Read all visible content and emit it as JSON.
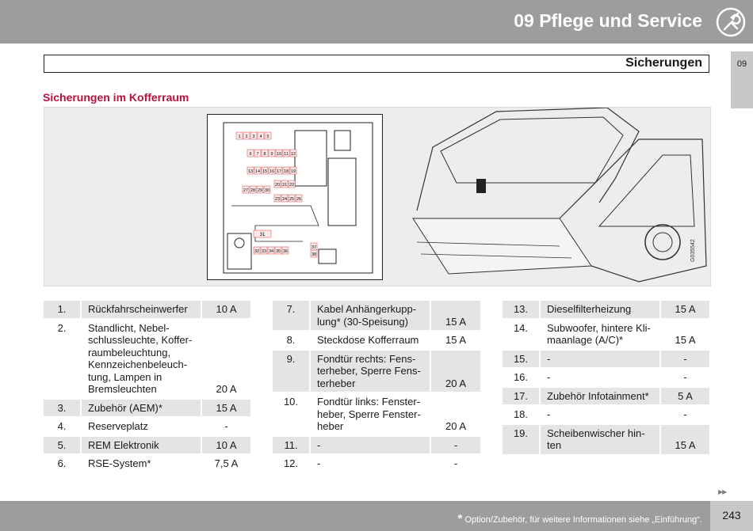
{
  "header": {
    "title": "09 Pflege und Service",
    "icon": "wrench-icon"
  },
  "section": {
    "title": "Sicherungen",
    "tab": "09"
  },
  "subtitle": "Sicherungen im Kofferraum",
  "figure": {
    "code": "G035542",
    "fuse_labels": [
      "1",
      "2",
      "3",
      "4",
      "5",
      "6",
      "7",
      "8",
      "9",
      "10",
      "11",
      "12",
      "13",
      "14",
      "15",
      "16",
      "17",
      "18",
      "19",
      "20",
      "21",
      "22",
      "23",
      "24",
      "25",
      "26",
      "27",
      "28",
      "29",
      "30",
      "31",
      "32",
      "33",
      "34",
      "35",
      "36",
      "37",
      "38"
    ]
  },
  "tables": [
    {
      "rows": [
        {
          "num": "1.",
          "desc": "Rückfahrscheinwerfer",
          "amp": "10 A"
        },
        {
          "num": "2.",
          "desc": "Standlicht, Nebel-\nschlussleuchte, Koffer-\nraumbeleuchtung,\nKennzeichenbeleuch-\ntung, Lampen in\nBremsleuchten",
          "amp": "20 A"
        },
        {
          "num": "3.",
          "desc": "Zubehör (AEM)*",
          "amp": "15 A"
        },
        {
          "num": "4.",
          "desc": "Reserveplatz",
          "amp": "-"
        },
        {
          "num": "5.",
          "desc": "REM Elektronik",
          "amp": "10 A"
        },
        {
          "num": "6.",
          "desc": "RSE-System*",
          "amp": "7,5 A"
        }
      ]
    },
    {
      "rows": [
        {
          "num": "7.",
          "desc": "Kabel Anhängerkupp-\nlung* (30-Speisung)",
          "amp": "15 A"
        },
        {
          "num": "8.",
          "desc": "Steckdose Kofferraum",
          "amp": "15 A"
        },
        {
          "num": "9.",
          "desc": "Fondtür rechts: Fens-\nterheber, Sperre Fens-\nterheber",
          "amp": "20 A"
        },
        {
          "num": "10.",
          "desc": "Fondtür links: Fenster-\nheber, Sperre Fenster-\nheber",
          "amp": "20 A"
        },
        {
          "num": "11.",
          "desc": "-",
          "amp": "-"
        },
        {
          "num": "12.",
          "desc": "-",
          "amp": "-"
        }
      ]
    },
    {
      "rows": [
        {
          "num": "13.",
          "desc": "Dieselfilterheizung",
          "amp": "15 A"
        },
        {
          "num": "14.",
          "desc": "Subwoofer, hintere Kli-\nmaanlage (A/C)*",
          "amp": "15 A"
        },
        {
          "num": "15.",
          "desc": "-",
          "amp": "-"
        },
        {
          "num": "16.",
          "desc": "-",
          "amp": "-"
        },
        {
          "num": "17.",
          "desc": "Zubehör Infotainment*",
          "amp": "5 A"
        },
        {
          "num": "18.",
          "desc": "-",
          "amp": "-"
        },
        {
          "num": "19.",
          "desc": "Scheibenwischer hin-\nten",
          "amp": "15 A"
        }
      ]
    }
  ],
  "footer": {
    "star": "*",
    "note": "Option/Zubehör, für weitere Informationen siehe „Einführung“.",
    "page": "243",
    "next_icon": "next-page-arrows-icon"
  }
}
